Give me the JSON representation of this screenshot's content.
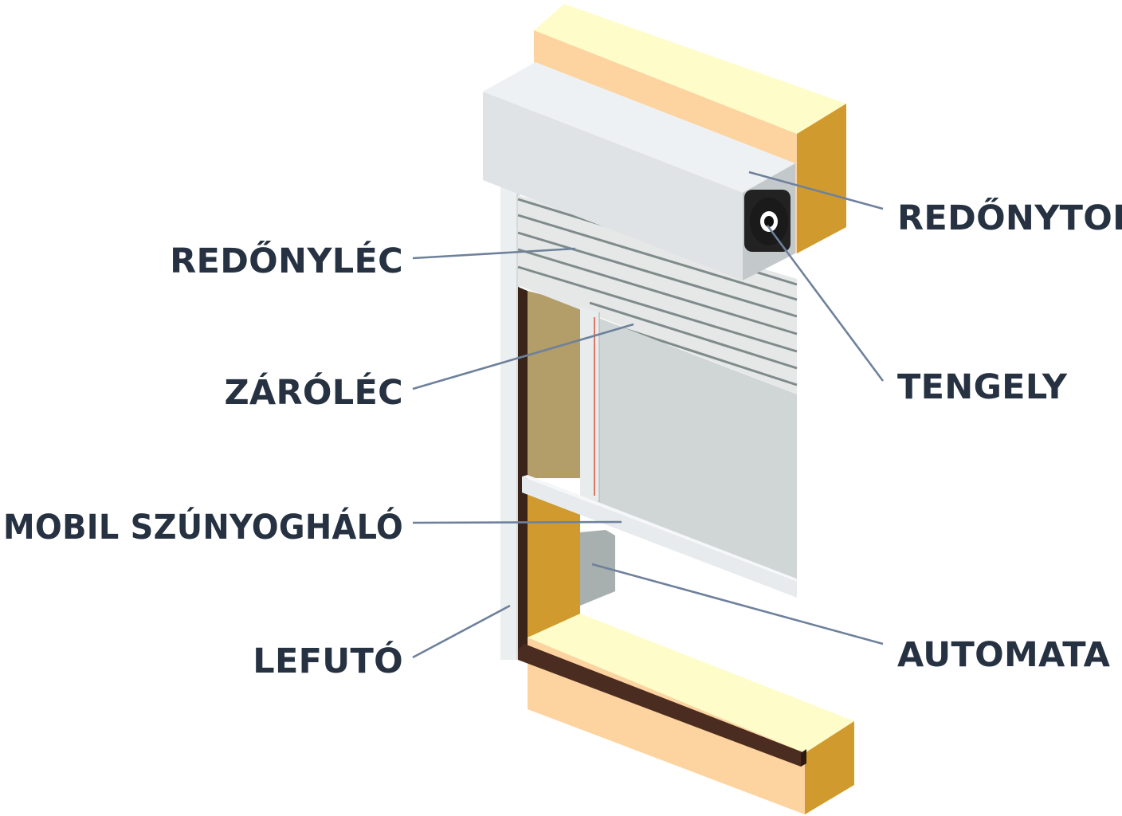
{
  "labels": {
    "redonytok": "REDŐNYTOK",
    "tengely": "TENGELY",
    "automata": "AUTOMATA",
    "redonylec": "REDŐNYLÉC",
    "zarolec": "ZÁRÓLÉC",
    "mobil_szunyoghalo": "MOBIL SZÚNYOGHÁLÓ",
    "lefuto": "LEFUTÓ"
  },
  "colors": {
    "text": "#263241",
    "leader": "#6e819c",
    "wall_light": "#fefcc8",
    "wall_peach": "#fdd3a0",
    "wall_gold": "#d09a2e",
    "box_top": "#eef1f3",
    "box_front": "#dfe3e5",
    "slats": "#e5e8e6",
    "net": "#cfd6d5",
    "frame_brown": "#4a2c20"
  }
}
